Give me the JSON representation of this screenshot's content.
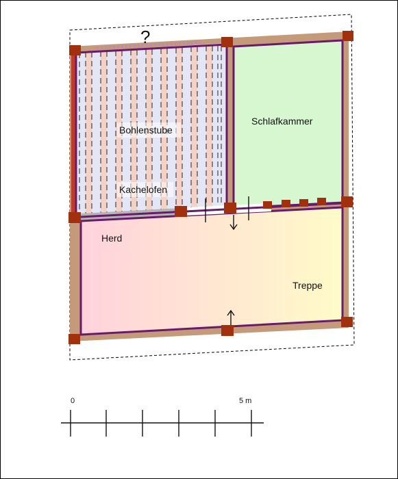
{
  "plan": {
    "rooms": {
      "bohlenstube": "Bohlenstube",
      "kachelofen": "Kachelofen",
      "schlafkammer": "Schlafkammer",
      "herd": "Herd",
      "treppe": "Treppe"
    },
    "unknown_marker": "?",
    "colors": {
      "wall": "#c49a7a",
      "post": "#a0300e",
      "outline": "#6a1a6a",
      "schlafkammer_fill": "#d6f7d0",
      "stube_fill": "#e4e6f6",
      "plank_fill": "#f5d0c4",
      "ofen_fill": "#b4b4b4",
      "kitchen_left": "#ffd2dc",
      "kitchen_right": "#fffbc8"
    }
  },
  "scale_bar": {
    "start_label": "0",
    "end_label": "5 m",
    "unit": "m"
  }
}
